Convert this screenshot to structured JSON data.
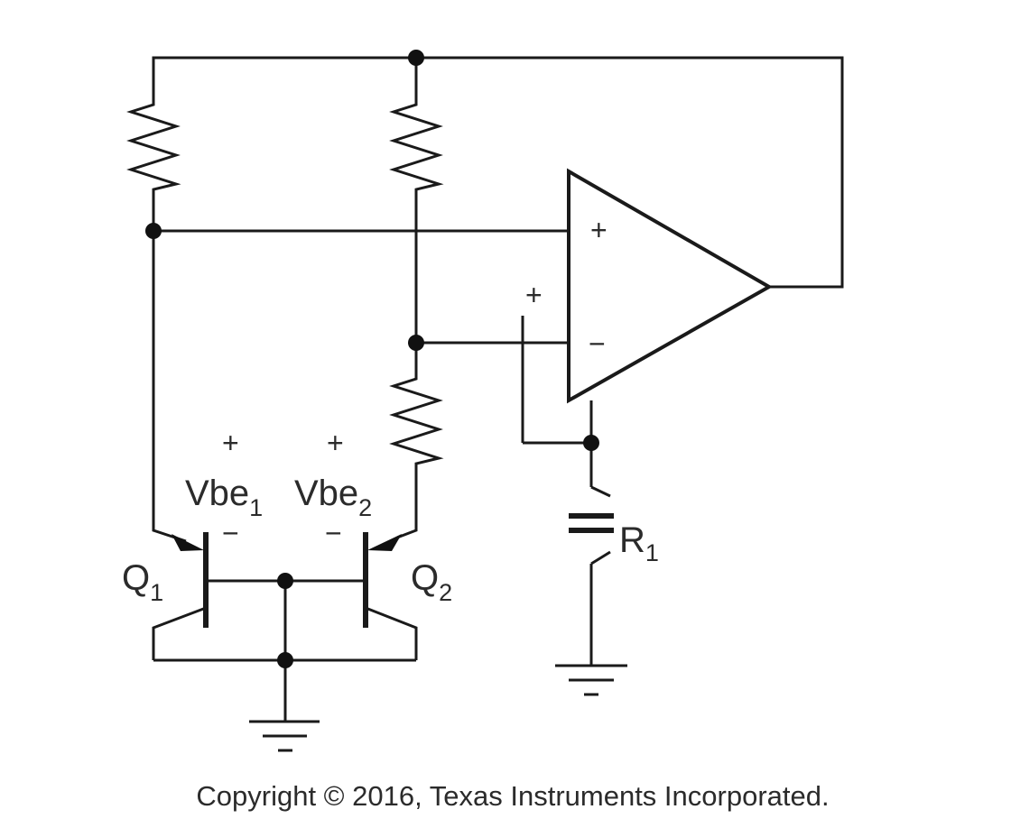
{
  "labels": {
    "q1": {
      "main": "Q",
      "sub": "1"
    },
    "q2": {
      "main": "Q",
      "sub": "2"
    },
    "vbe1": {
      "main": "Vbe",
      "sub": "1"
    },
    "vbe2": {
      "main": "Vbe",
      "sub": "2"
    },
    "r1": {
      "main": "R",
      "sub": "1"
    },
    "vbe1_plus": "+",
    "vbe1_minus": "−",
    "vbe2_plus": "+",
    "vbe2_minus": "−",
    "opamp_plus": "+",
    "opamp_minus": "−",
    "source_plus": "+"
  },
  "copyright": "Copyright © 2016, Texas Instruments Incorporated."
}
